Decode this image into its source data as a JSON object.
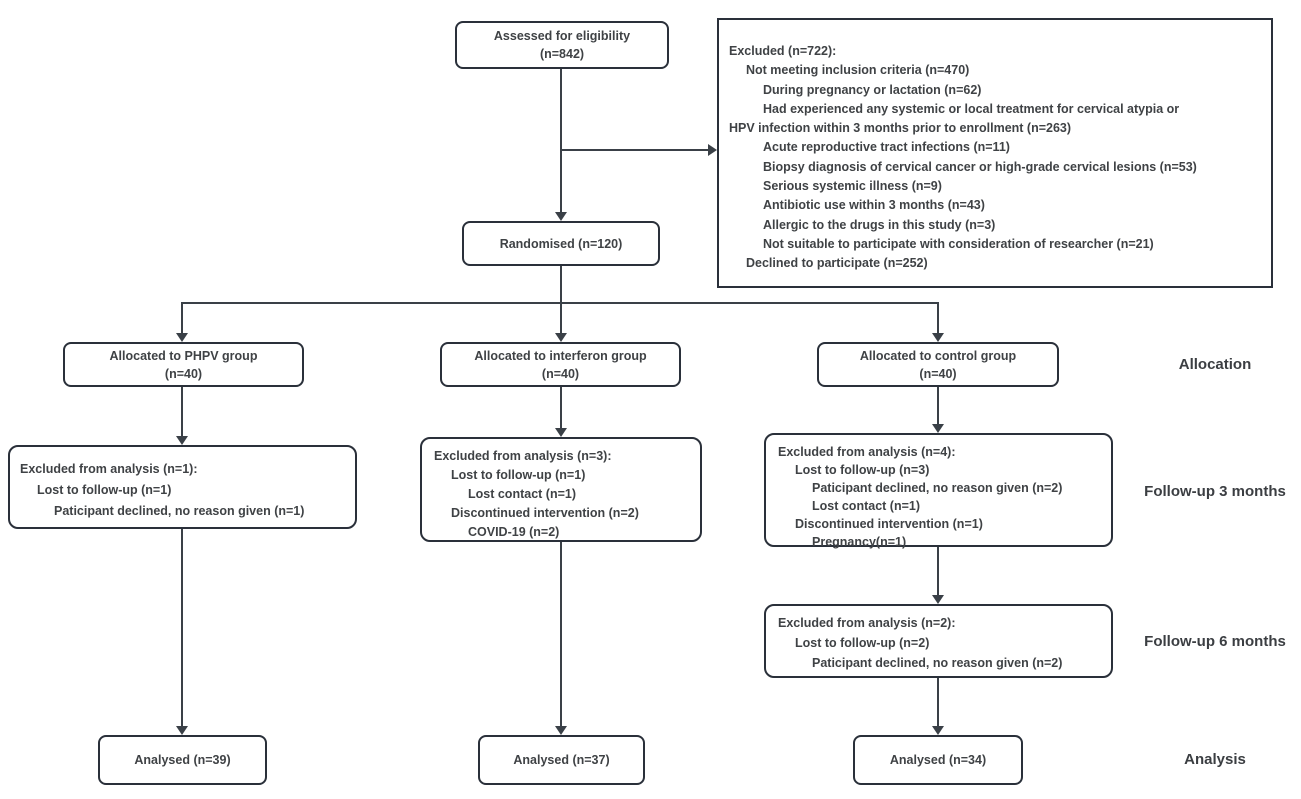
{
  "colors": {
    "box_border": "#2a303a",
    "connector_line": "#3a4047",
    "text": "#3f4245",
    "background": "#ffffff"
  },
  "boxes": {
    "assessed": {
      "lines": [
        "Assessed for eligibility",
        "(n=842)"
      ]
    },
    "excluded": {
      "lines": [
        "Excluded (n=722):",
        "Not meeting inclusion criteria (n=470)",
        "During pregnancy or lactation (n=62)",
        "Had experienced any systemic or local treatment for cervical atypia or",
        "HPV infection within 3 months prior to enrollment (n=263)",
        "Acute reproductive tract infections (n=11)",
        "Biopsy diagnosis of cervical cancer or high-grade cervical lesions (n=53)",
        "Serious systemic illness (n=9)",
        "Antibiotic use within 3 months (n=43)",
        "Allergic to the drugs in this study (n=3)",
        "Not suitable to participate with consideration of researcher (n=21)",
        "Declined to participate (n=252)"
      ]
    },
    "randomised": {
      "lines": [
        "Randomised (n=120)"
      ]
    },
    "alloc_phpv": {
      "lines": [
        "Allocated to PHPV group",
        "(n=40)"
      ]
    },
    "alloc_interferon": {
      "lines": [
        "Allocated to interferon group",
        "(n=40)"
      ]
    },
    "alloc_control": {
      "lines": [
        "Allocated to control group",
        "(n=40)"
      ]
    },
    "excl_phpv": {
      "lines": [
        "Excluded from analysis (n=1):",
        "Lost to follow-up (n=1)",
        "Paticipant declined, no reason given (n=1)"
      ]
    },
    "excl_interferon": {
      "lines": [
        "Excluded from analysis (n=3):",
        "Lost to follow-up (n=1)",
        "Lost contact (n=1)",
        "Discontinued intervention (n=2)",
        "COVID-19 (n=2)"
      ]
    },
    "excl_control_3m": {
      "lines": [
        "Excluded from analysis (n=4):",
        "Lost to follow-up (n=3)",
        "Paticipant declined, no reason given (n=2)",
        "Lost contact (n=1)",
        "Discontinued intervention (n=1)",
        "Pregnancy(n=1)"
      ]
    },
    "excl_control_6m": {
      "lines": [
        "Excluded from analysis (n=2):",
        "Lost to follow-up (n=2)",
        "Paticipant declined, no reason given (n=2)"
      ]
    },
    "analysed_phpv": {
      "lines": [
        "Analysed (n=39)"
      ]
    },
    "analysed_interferon": {
      "lines": [
        "Analysed (n=37)"
      ]
    },
    "analysed_control": {
      "lines": [
        "Analysed (n=34)"
      ]
    }
  },
  "stage_labels": {
    "allocation": "Allocation",
    "followup3": "Follow-up 3 months",
    "followup6": "Follow-up 6 months",
    "analysis": "Analysis"
  }
}
